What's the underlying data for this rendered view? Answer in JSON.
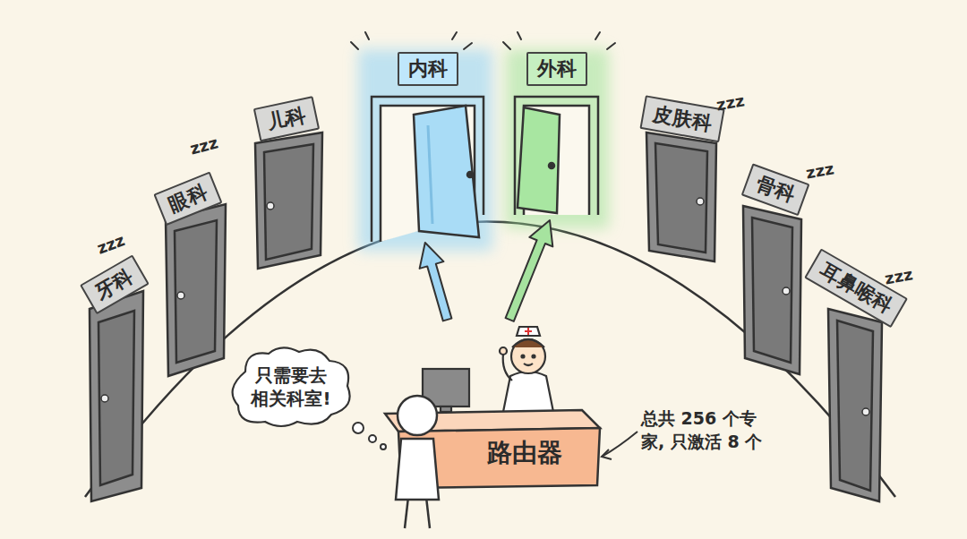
{
  "diagram": {
    "nodes": [
      {
        "text": [
          "内科"
        ]
      },
      {
        "text": [
          "外科"
        ]
      },
      {
        "text": [
          "儿科"
        ]
      },
      {
        "text": [
          "皮肤科"
        ]
      },
      {
        "text": [
          "眼科"
        ]
      },
      {
        "text": [
          "骨科"
        ]
      },
      {
        "text": [
          "牙科"
        ]
      },
      {
        "text": [
          "耳鼻喉科"
        ]
      },
      {
        "text": [
          "只需要去 相关科室!"
        ]
      },
      {
        "text": [
          "路由器"
        ]
      }
    ],
    "edges": [
      {
        "from": 9,
        "to": 0,
        "arrow": "to"
      },
      {
        "from": 9,
        "to": 1,
        "arrow": "to"
      }
    ],
    "labels": [
      "zzz",
      "zzz",
      "zzz",
      "zzz",
      "zzz",
      "总共 256 个专家, 只激活 8 个"
    ]
  }
}
